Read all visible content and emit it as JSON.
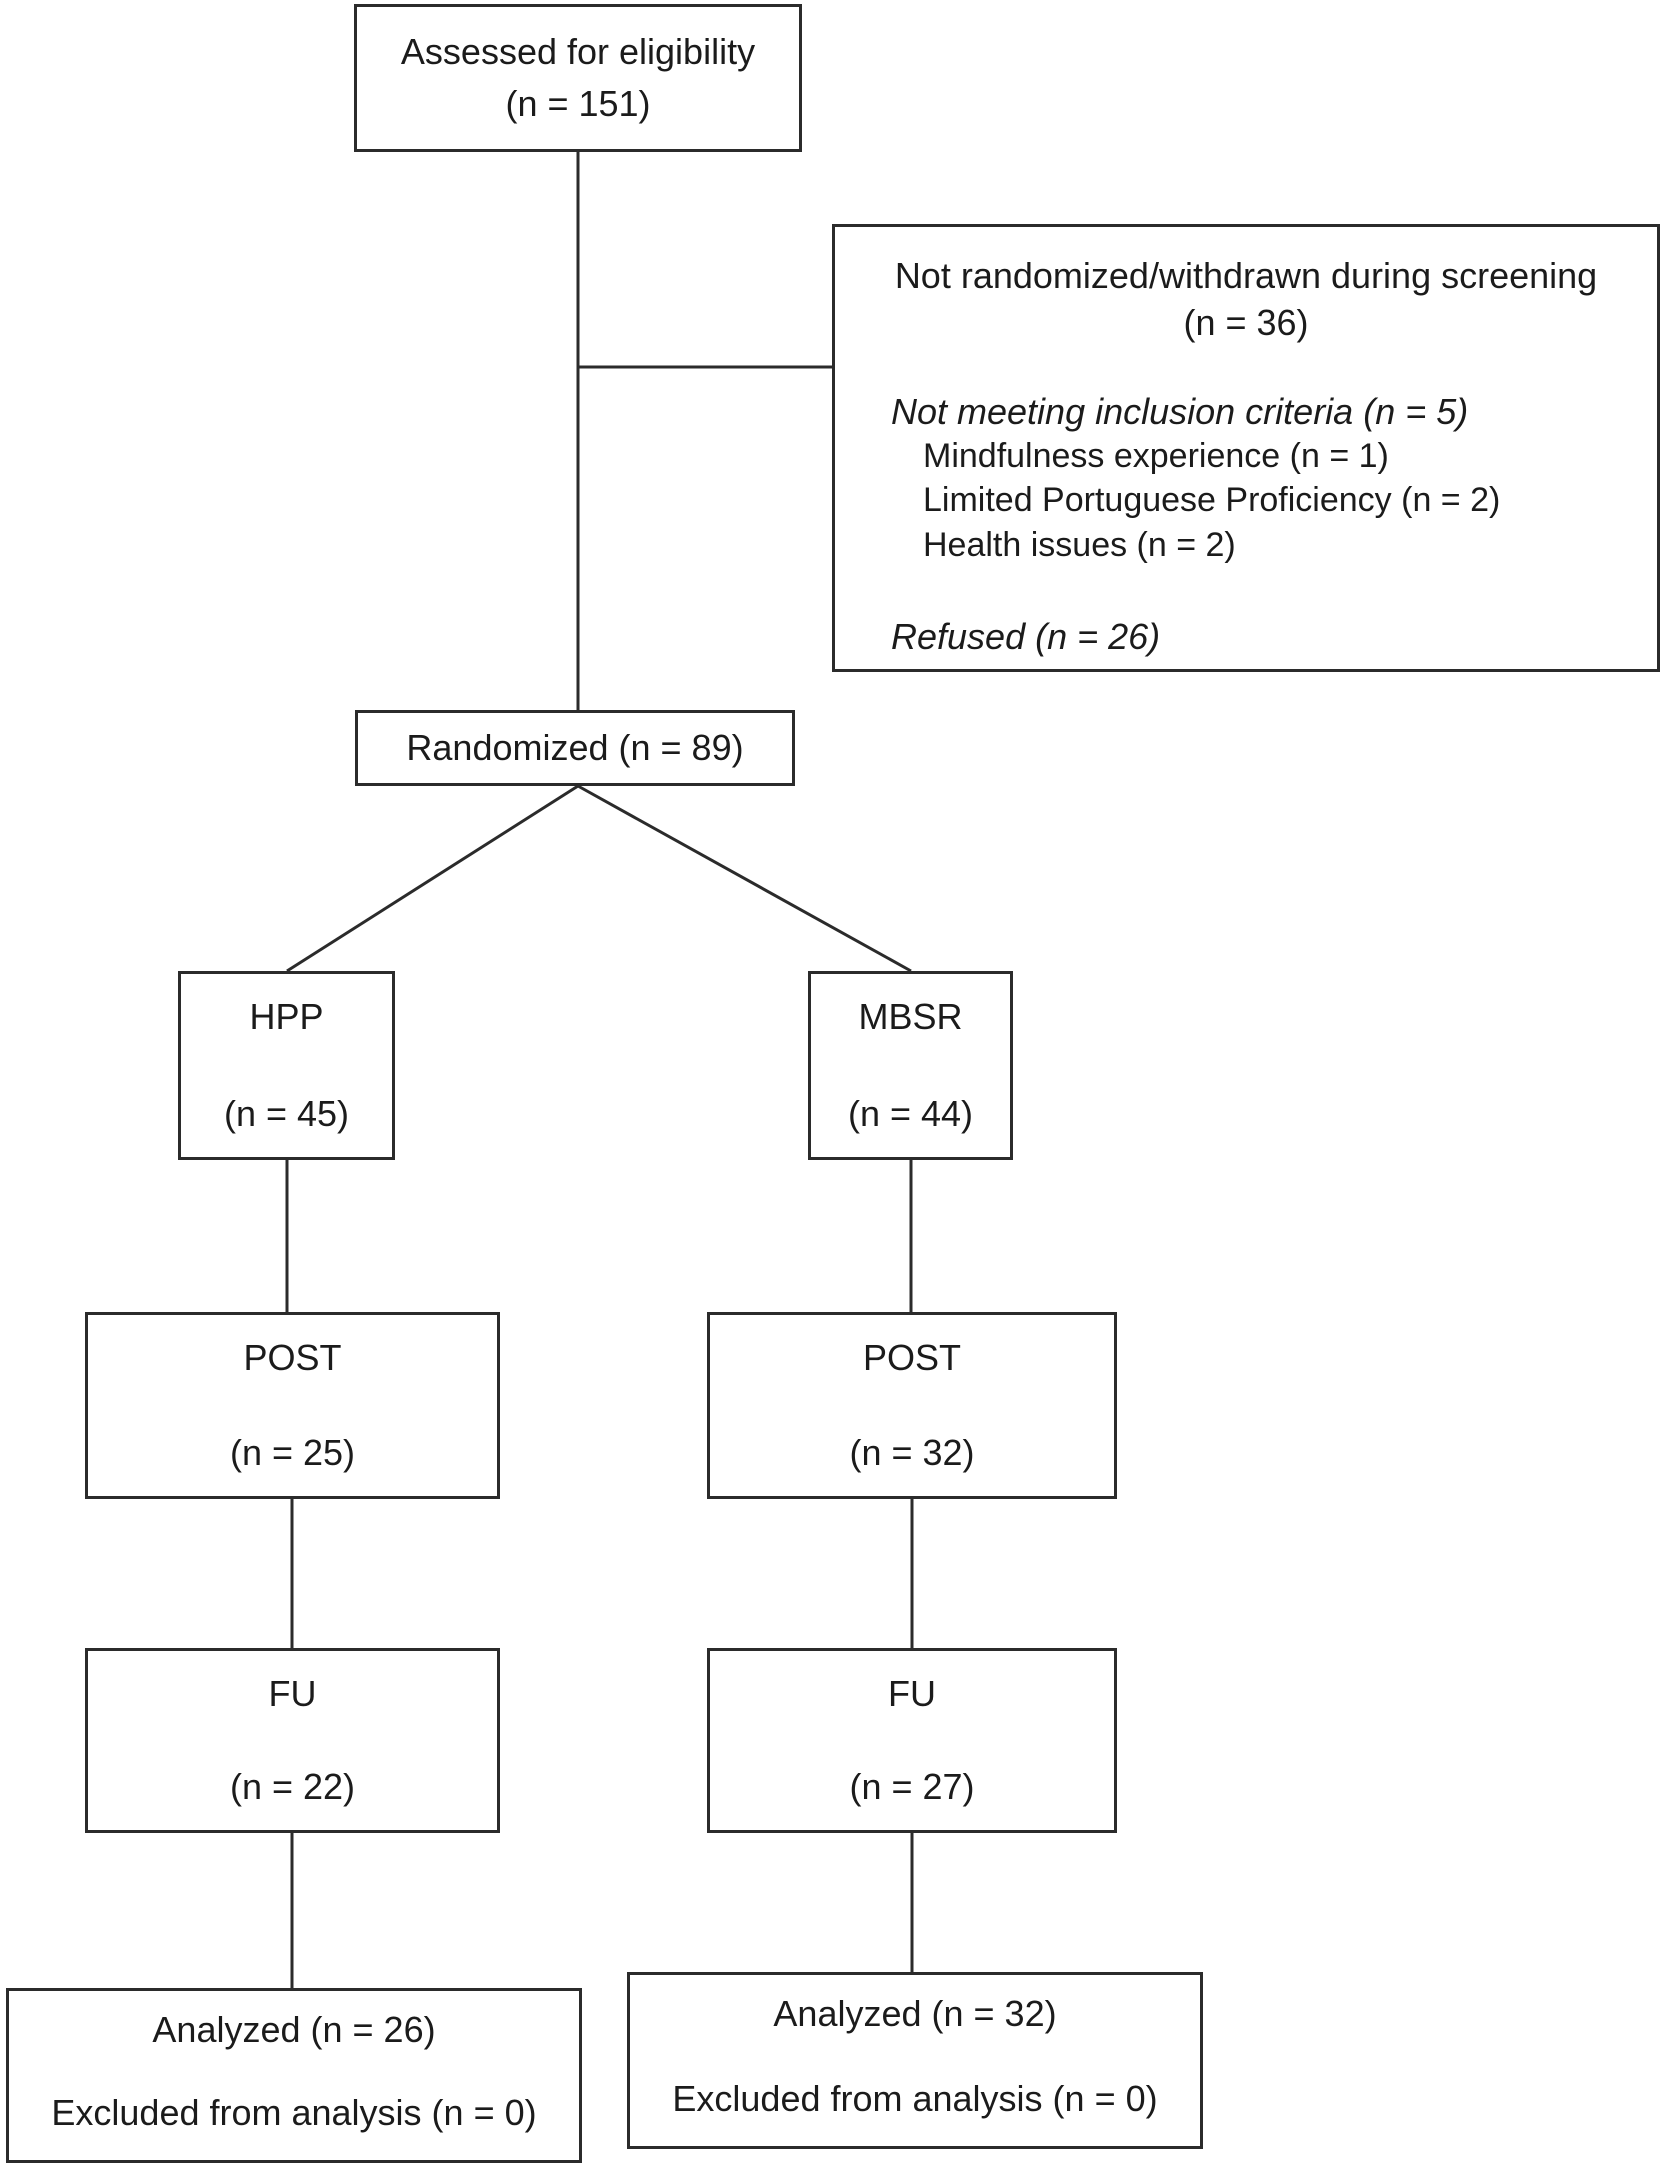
{
  "colors": {
    "border": "#2b2b2b",
    "text": "#1b1b1b",
    "background": "#ffffff"
  },
  "diagram": {
    "eligibility": {
      "label": "Assessed for eligibility",
      "count": "(n = 151)"
    },
    "exclusion": {
      "title": "Not randomized/withdrawn during screening",
      "count": "(n = 36)",
      "inclusion_header": "Not meeting inclusion criteria (n = 5)",
      "reasons": [
        "Mindfulness experience (n = 1)",
        "Limited Portuguese Proficiency (n = 2)",
        "Health issues (n = 2)"
      ],
      "refused": "Refused (n = 26)"
    },
    "randomized": {
      "label": "Randomized (n = 89)"
    },
    "arms": [
      {
        "name": "HPP",
        "count": "(n = 45)"
      },
      {
        "name": "MBSR",
        "count": "(n = 44)"
      }
    ],
    "post": [
      {
        "label": "POST",
        "count": "(n = 25)"
      },
      {
        "label": "POST",
        "count": "(n = 32)"
      }
    ],
    "fu": [
      {
        "label": "FU",
        "count": "(n = 22)"
      },
      {
        "label": "FU",
        "count": "(n = 27)"
      }
    ],
    "analyzed": [
      {
        "line1": "Analyzed (n = 26)",
        "line2": "Excluded from analysis (n = 0)"
      },
      {
        "line1": "Analyzed (n = 32)",
        "line2": "Excluded from analysis (n = 0)"
      }
    ]
  }
}
